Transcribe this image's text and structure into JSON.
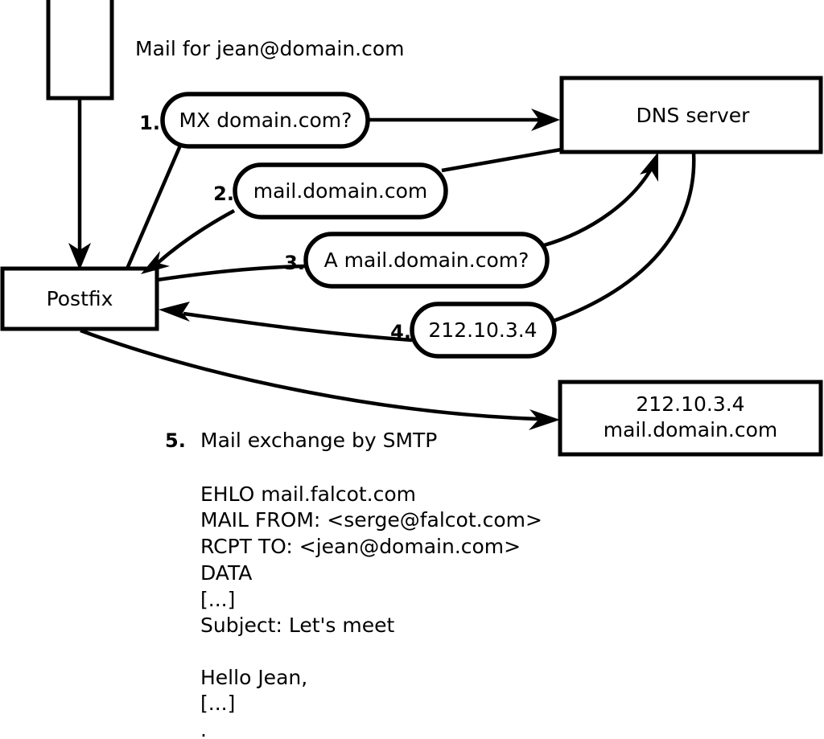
{
  "diagram": {
    "title": "Mail for jean@domain.com",
    "nodes": [
      {
        "id": "client",
        "label": ""
      },
      {
        "id": "postfix",
        "label": "Postfix"
      },
      {
        "id": "dns",
        "label": "DNS server"
      },
      {
        "id": "mailserver",
        "label_line1": "212.10.3.4",
        "label_line2": "mail.domain.com"
      }
    ],
    "steps": [
      {
        "num": "1.",
        "label": "MX domain.com?"
      },
      {
        "num": "2.",
        "label": "mail.domain.com"
      },
      {
        "num": "3.",
        "label": "A mail.domain.com?"
      },
      {
        "num": "4.",
        "label": "212.10.3.4"
      }
    ],
    "step5": {
      "num": "5.",
      "label": "Mail exchange by SMTP"
    },
    "transcript": [
      "EHLO mail.falcot.com",
      "MAIL FROM: <serge@falcot.com>",
      "RCPT TO: <jean@domain.com>",
      "DATA",
      "[...]",
      "Subject: Let's meet",
      "",
      "Hello Jean,",
      "[...]",
      "."
    ]
  },
  "colors": {
    "stroke": "#000000",
    "fill": "#ffffff",
    "text": "#000000"
  }
}
